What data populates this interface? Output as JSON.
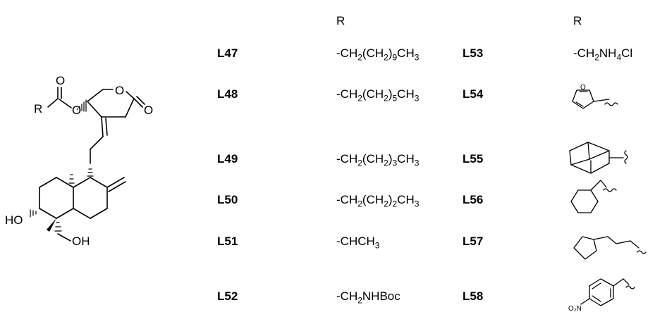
{
  "header": {
    "col1": "R",
    "col2": "R"
  },
  "core": {
    "r_label": "R",
    "ho_label": "HO",
    "oh_label": "OH",
    "ring_o": "O",
    "carbonyl_o1": "O",
    "carbonyl_o2": "O",
    "ester_o": "O"
  },
  "left": [
    {
      "id": "L47",
      "r": [
        "-CH",
        {
          "sub": "2"
        },
        "(CH",
        {
          "sub": "2"
        },
        ")",
        {
          "sub": "9"
        },
        "CH",
        {
          "sub": "3"
        }
      ]
    },
    {
      "id": "L48",
      "r": [
        "-CH",
        {
          "sub": "2"
        },
        "(CH",
        {
          "sub": "2"
        },
        ")",
        {
          "sub": "5"
        },
        "CH",
        {
          "sub": "3"
        }
      ]
    },
    {
      "id": "L49",
      "r": [
        "-CH",
        {
          "sub": "2"
        },
        "(CH",
        {
          "sub": "2"
        },
        ")",
        {
          "sub": "3"
        },
        "CH",
        {
          "sub": "3"
        }
      ]
    },
    {
      "id": "L50",
      "r": [
        "-CH",
        {
          "sub": "2"
        },
        "(CH",
        {
          "sub": "2"
        },
        ")",
        {
          "sub": "2"
        },
        "CH",
        {
          "sub": "3"
        }
      ]
    },
    {
      "id": "L51",
      "r": [
        "-CHCH",
        {
          "sub": "3"
        }
      ]
    },
    {
      "id": "L52",
      "r": [
        "-CH",
        {
          "sub": "2"
        },
        "NHBoc"
      ]
    }
  ],
  "right": [
    {
      "id": "L53",
      "r": [
        "-CH",
        {
          "sub": "2"
        },
        "NH",
        {
          "sub": "4"
        },
        "Cl"
      ]
    },
    {
      "id": "L54",
      "r": [],
      "structure": "furan-2-ylmethyl"
    },
    {
      "id": "L55",
      "r": [],
      "structure": "adamantyl"
    },
    {
      "id": "L56",
      "r": [],
      "structure": "cyclohexylmethyl"
    },
    {
      "id": "L57",
      "r": [],
      "structure": "cyclopentylpropyl"
    },
    {
      "id": "L58",
      "r": [],
      "structure": "4-nitrobenzyl",
      "no2_label": "O₂N"
    }
  ]
}
